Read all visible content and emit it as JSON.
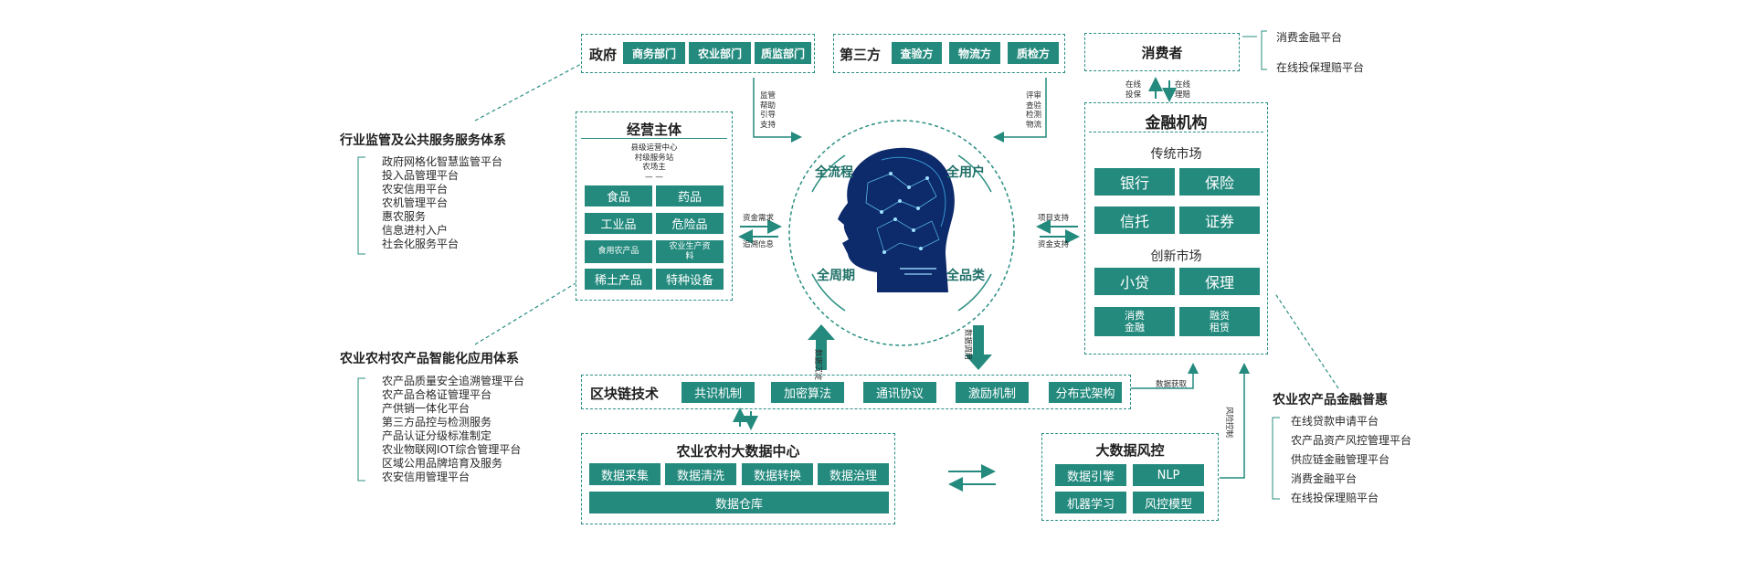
{
  "gov": {
    "title": "政府",
    "items": [
      "商务部门",
      "农业部门",
      "质监部门"
    ]
  },
  "third": {
    "title": "第三方",
    "items": [
      "查验方",
      "物流方",
      "质检方"
    ]
  },
  "consumer": {
    "title": "消费者",
    "side": [
      "消费金融平台",
      "在线投保理赔平台"
    ]
  },
  "consumer_arrows": {
    "left": [
      "在线",
      "投保"
    ],
    "right": [
      "在线",
      "理赔"
    ]
  },
  "supervision": {
    "title": "行业监管及公共服务服务体系",
    "items": [
      "政府网格化智慧监管平台",
      "投入品管理平台",
      "农安信用平台",
      "农机管理平台",
      "惠农服务",
      "信息进村入户",
      "社会化服务平台"
    ]
  },
  "operator": {
    "title": "经营主体",
    "subs": [
      "县级运营中心",
      "村级服务站",
      "农场主",
      "— —"
    ],
    "items": [
      "食品",
      "药品",
      "工业品",
      "危险品",
      "食用农产品",
      "农业生产资料",
      "稀土产品",
      "特种设备"
    ]
  },
  "center": {
    "labels": [
      "全流程",
      "全用户",
      "全周期",
      "全品类"
    ]
  },
  "arrow_texts": {
    "gov_down": [
      "监管",
      "帮助",
      "引导",
      "支持"
    ],
    "third_down": [
      "评审",
      "查验",
      "检测",
      "物流"
    ],
    "op_top": "资金需求",
    "op_bottom": "追溯信息",
    "fin_top": "项目支持",
    "fin_bottom": "资金支持",
    "up_left": "数据沉淀",
    "down_right": "数据调用",
    "data_get": "数据获取",
    "risk_ctrl": "风险控制"
  },
  "finance": {
    "title": "金融机构",
    "traditional": "传统市场",
    "trad_items": [
      "银行",
      "保险",
      "信托",
      "证券"
    ],
    "innovative": "创新市场",
    "innov_items": [
      "小贷",
      "保理",
      "消费金融",
      "融资租赁"
    ]
  },
  "agri_app": {
    "title": "农业农村农产品智能化应用体系",
    "items": [
      "农产品质量安全追溯管理平台",
      "农产品合格证管理平台",
      "产供销一体化平台",
      "第三方品控与检测服务",
      "产品认证分级标准制定",
      "农业物联网IOT综合管理平台",
      "区域公用品牌培育及服务",
      "农安信用管理平台"
    ]
  },
  "blockchain": {
    "title": "区块链技术",
    "items": [
      "共识机制",
      "加密算法",
      "通讯协议",
      "激励机制",
      "分布式架构"
    ]
  },
  "bigdata": {
    "title": "农业农村大数据中心",
    "items": [
      "数据采集",
      "数据清洗",
      "数据转换",
      "数据治理"
    ],
    "warehouse": "数据仓库"
  },
  "risk": {
    "title": "大数据风控",
    "items": [
      "数据引擎",
      "NLP",
      "机器学习",
      "风控模型"
    ]
  },
  "fin_service": {
    "title": "农业农产品金融普惠",
    "items": [
      "在线贷款申请平台",
      "农产品资产风控管理平台",
      "供应链金融管理平台",
      "消费金融平台",
      "在线投保理赔平台"
    ]
  },
  "colors": {
    "teal": "#248a7e",
    "dash": "#2a8e82",
    "dark_blue": "#0d2a6b"
  }
}
